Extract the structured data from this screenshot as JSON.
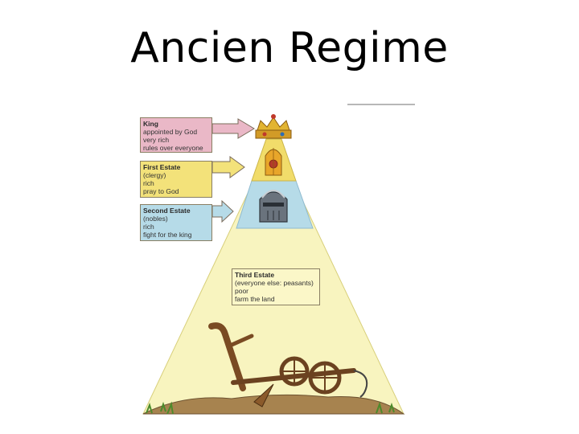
{
  "title": "Ancien Regime",
  "tiers": [
    {
      "name": "King",
      "lines": [
        "appointed by God",
        "very rich",
        "rules over everyone"
      ],
      "color": "#eab8c7"
    },
    {
      "name": "First Estate",
      "lines": [
        "(clergy)",
        "rich",
        "pray to God"
      ],
      "color": "#f3e27a"
    },
    {
      "name": "Second Estate",
      "lines": [
        "(nobles)",
        "rich",
        "fight for the king"
      ],
      "color": "#b6dbe8"
    },
    {
      "name": "Third Estate",
      "lines": [
        "(everyone else: peasants)",
        "poor",
        "farm the land"
      ],
      "color": "#f7f2b4"
    }
  ],
  "icons": {
    "king": "crown-icon",
    "first_estate": "mitre-icon",
    "second_estate": "knight-helmet-icon",
    "third_estate": "plough-icon"
  }
}
